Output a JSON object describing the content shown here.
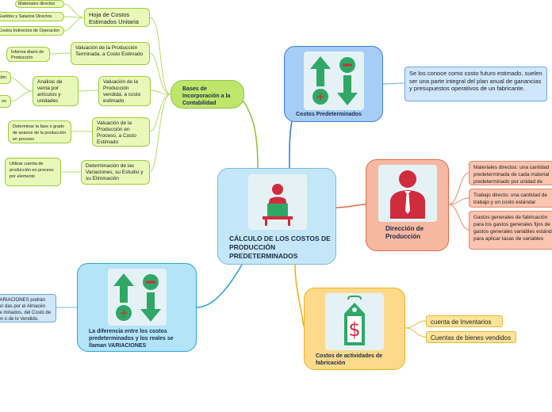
{
  "center": "CÁLCULO DE LOS COSTOS DE PRODUCCIÓN PREDETERMINADOS",
  "bases": {
    "title": "Bases de Incorporación a la Contabilidad",
    "hoja": "Hoja de Costos Estimados Unitaria",
    "materiales": "Materiales directos",
    "sueldos": "Sueldos y Salarios Directos",
    "indirectos": "Costos Indirectos de Operación",
    "val_terminada": "Valuación de la Producción Terminada, a Costo Estimado",
    "informe": "Informe diario de Producción",
    "val_vendida": "Valuación de la Producción vendida, a costo estimado",
    "analisis": "Análisis de venta por artículos y unidades",
    "left1": "ción",
    "left2": "os",
    "val_proceso": "Valuación de la Producción en Proceso, a Costo Estimado",
    "determinar": "Determinar la fase o grado de avance de la producción en proceso",
    "variaciones": "Determinación de las Variaciones, su Estudio y su Eliminación",
    "utilizar": "Utilizar cuenta de producción en proceso por elemento"
  },
  "predeterminados": {
    "title": "Costos Predeterminados",
    "desc": "Se los conoce como costo futuro estimado, suelen ser una parte integral del plan anual de ganancias y presupuestos operativos de un fabricante."
  },
  "direccion": {
    "title": "Dirección de Producción",
    "items": [
      "Materiales directos: una cantidad predeterminada de cada material predeterminado por unidad de",
      "Trabajo directo: una cantidad de trabajo y un costo estándar",
      "Gastos generales de fabricación para los gastos generales fijos de gastos generales variables estándar para aplicar tasas de variables"
    ]
  },
  "actividades": {
    "title": "Costos de actividades de fabricación",
    "items": [
      "cuenta de Inventarios",
      "Cuentas de bienes vendidos"
    ]
  },
  "diferencia": {
    "title": "La diferencia entre los costos predeterminados y los reales se llaman VARIACIONES",
    "note": "VARIACIONES podrán ser das por el Almacén de minados, del Costo de ión o de lo Vendido."
  },
  "colors": {
    "green": "#9ccc3c",
    "blue": "#3b7fd1",
    "orange": "#e06a44",
    "yellow": "#f0b21c",
    "icon_green": "#2fa866",
    "icon_red": "#d02c3e"
  }
}
